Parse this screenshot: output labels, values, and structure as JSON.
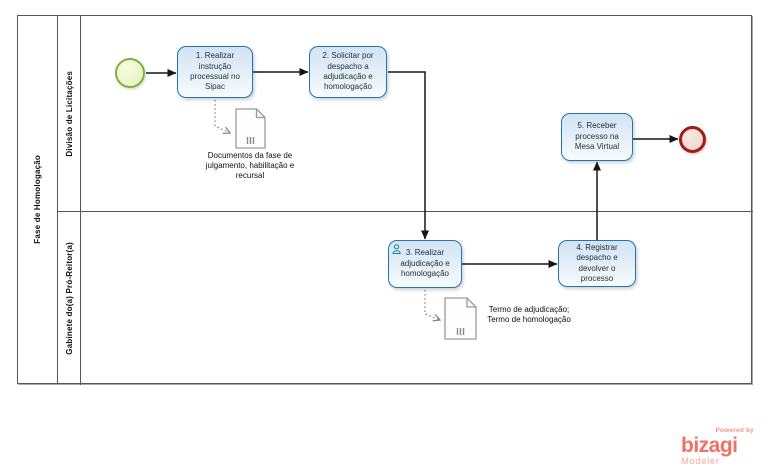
{
  "pool": {
    "label": "Fase de Homologação"
  },
  "lanes": [
    {
      "label": "Divisão de Licitações"
    },
    {
      "label": "Gabinete do(a) Pró-Reitor(a)"
    }
  ],
  "tasks": [
    {
      "label": "1. Realizar instrução processual no Sipac",
      "type": "task"
    },
    {
      "label": "2. Solicitar por despacho a adjudicação e homologação",
      "type": "task"
    },
    {
      "label": "3. Realizar adjudicação e homologação",
      "type": "user-task"
    },
    {
      "label": "4. Registrar despacho e devolver o processo",
      "type": "task"
    },
    {
      "label": "5. Receber processo na Mesa Virtual",
      "type": "task"
    }
  ],
  "events": [
    {
      "name": "start-event",
      "kind": "start"
    },
    {
      "name": "end-event",
      "kind": "end"
    }
  ],
  "documents": [
    {
      "label": "Documentos da fase de julgamento, habilitação e recursal"
    },
    {
      "label": "Termo de adjudicação; Termo de homologação"
    }
  ],
  "branding": {
    "powered_by": "Powered by",
    "brand": "bizagi",
    "product": "Modeler"
  },
  "colors": {
    "task_border": "#2276ab",
    "task_fill": "#d2e3f3",
    "start_event_border": "#7cb13f",
    "start_event_fill": "#e9f4c2",
    "end_event_border": "#9e1d12",
    "end_event_fill": "#f0d4ce",
    "brand_accent": "#ee7163"
  }
}
